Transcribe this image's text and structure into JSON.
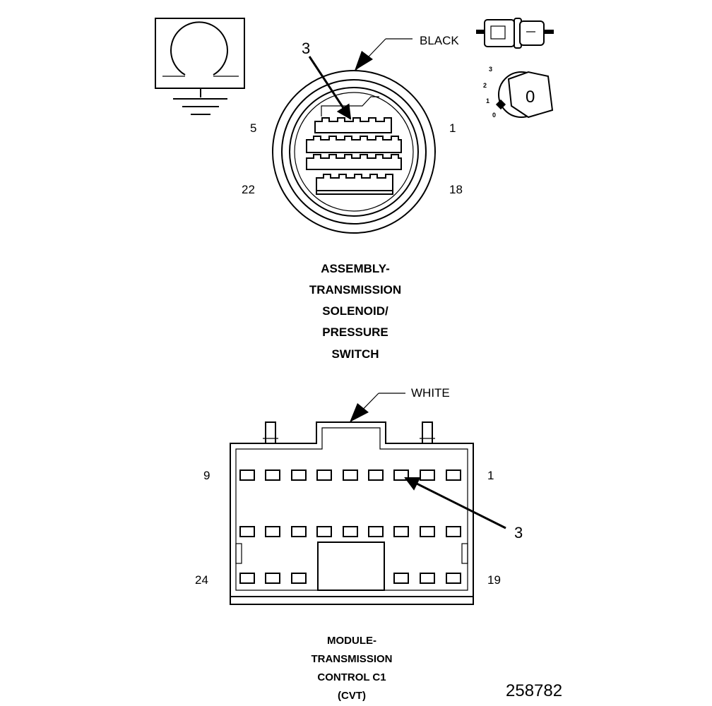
{
  "top_connector": {
    "color_label": "BLACK",
    "callout": "3",
    "pin_labels": {
      "top_left": "5",
      "top_right": "1",
      "bottom_left": "22",
      "bottom_right": "18"
    },
    "title_lines": [
      "ASSEMBLY-",
      "TRANSMISSION",
      "SOLENOID/",
      "PRESSURE",
      "SWITCH"
    ]
  },
  "ignition_icon": {
    "positions": [
      "3",
      "2",
      "1",
      "0"
    ],
    "key_label": "0"
  },
  "bottom_connector": {
    "color_label": "WHITE",
    "callout": "3",
    "pin_labels": {
      "top_left": "9",
      "top_right": "1",
      "bottom_left": "24",
      "bottom_right": "19"
    },
    "title_lines": [
      "MODULE-",
      "TRANSMISSION",
      "CONTROL C1",
      "(CVT)"
    ]
  },
  "figure_number": "258782",
  "icons": [
    "ground-symbol-icon",
    "connector-plug-icon",
    "ignition-switch-icon"
  ]
}
